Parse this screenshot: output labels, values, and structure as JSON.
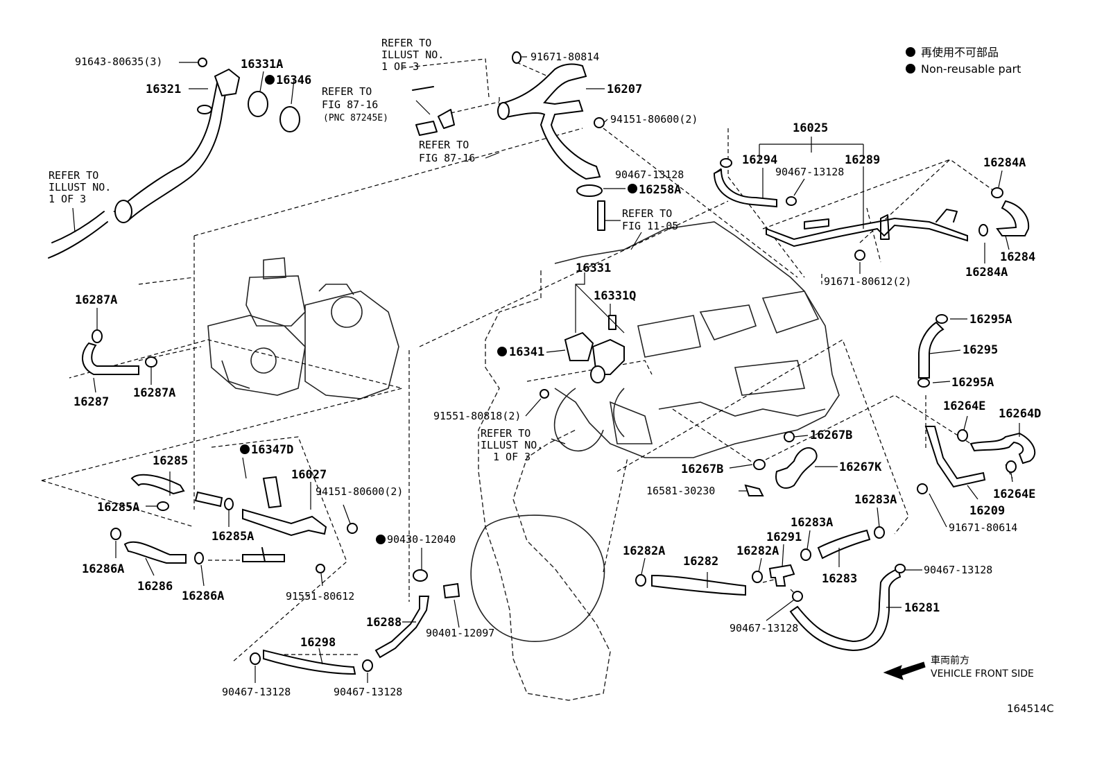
{
  "legend": {
    "jp": "再使用不可部品",
    "en": "Non-reusable part",
    "dot_color": "#000000"
  },
  "direction": {
    "jp": "車両前方",
    "en": "VEHICLE FRONT SIDE"
  },
  "figure_id": "164514C",
  "refs": {
    "illust_top": [
      "REFER TO",
      "ILLUST NO.",
      "1 OF 3"
    ],
    "illust_left": [
      "REFER TO",
      "ILLUST NO.",
      "1 OF 3"
    ],
    "illust_mid": [
      "REFER TO",
      "ILLUST NO.",
      "1 OF 3"
    ],
    "fig8716_a": [
      "REFER TO",
      "FIG 87-16",
      "(PNC 87245E)"
    ],
    "fig8716_b": [
      "REFER TO",
      "FIG 87-16"
    ],
    "fig1105": [
      "REFER TO",
      "FIG 11-05"
    ]
  },
  "parts": {
    "p91643": "91643-80635(3)",
    "p16331A": "16331A",
    "p16346": "16346",
    "p16321": "16321",
    "p91671_80814": "91671-80814",
    "p16207": "16207",
    "p94151_top": "94151-80600(2)",
    "p16025": "16025",
    "p90467_a": "90467-13128",
    "p16294": "16294",
    "p90467_b": "90467-13128",
    "p16289": "16289",
    "p16284A_top": "16284A",
    "p16258A": "16258A",
    "p16284": "16284",
    "p16284A_bot": "16284A",
    "p91671_80612": "91671-80612(2)",
    "p16331": "16331",
    "p16331Q": "16331Q",
    "p16287A_top": "16287A",
    "p16287": "16287",
    "p16287A_bot": "16287A",
    "p16341": "16341",
    "p16295A_top": "16295A",
    "p16295": "16295",
    "p16295A_bot": "16295A",
    "p91551_80818": "91551-80818(2)",
    "p16264E_top": "16264E",
    "p16264D": "16264D",
    "p16267B_top": "16267B",
    "p16267B_bot": "16267B",
    "p16267K": "16267K",
    "p16581": "16581-30230",
    "p16209": "16209",
    "p16264E_bot": "16264E",
    "p91671_80614": "91671-80614",
    "p16347D": "16347D",
    "p16285": "16285",
    "p16027": "16027",
    "p94151_mid": "94151-80600(2)",
    "p16285A_left": "16285A",
    "p16285A_bot": "16285A",
    "p16286A_left": "16286A",
    "p16286": "16286",
    "p16286A_bot": "16286A",
    "p91551_80612": "91551-80612",
    "p90430": "90430-12040",
    "p16288": "16288",
    "p90401": "90401-12097",
    "p16298": "16298",
    "p90467_c": "90467-13128",
    "p90467_d": "90467-13128",
    "p16282A_left": "16282A",
    "p16282": "16282",
    "p16282A_mid": "16282A",
    "p16291": "16291",
    "p16283A_mid": "16283A",
    "p16283A_right": "16283A",
    "p16283": "16283",
    "p90467_e": "90467-13128",
    "p16281": "16281",
    "p90467_f": "90467-13128"
  }
}
